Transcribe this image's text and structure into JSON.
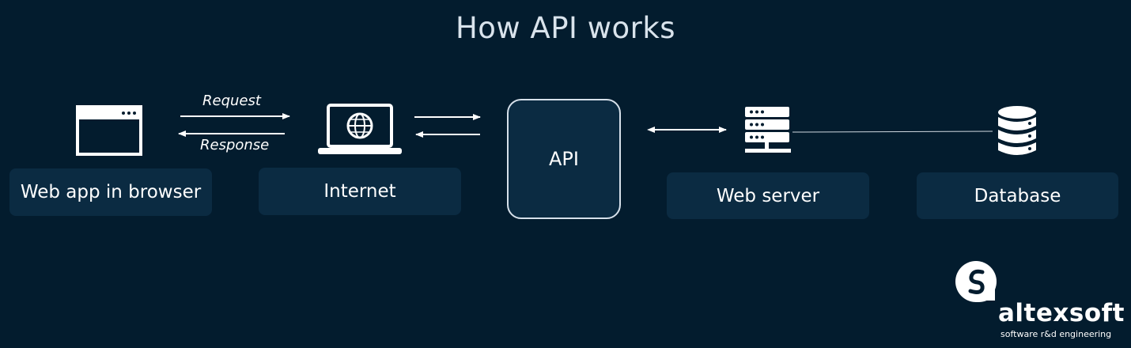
{
  "title": "How API works",
  "nodes": {
    "browser": "Web app in browser",
    "internet": "Internet",
    "api": "API",
    "web_server": "Web server",
    "database": "Database"
  },
  "edges": {
    "request": "Request",
    "response": "Response"
  },
  "logo": {
    "name": "altexsoft",
    "tagline": "software r&d engineering"
  },
  "colors": {
    "background": "#031c2e",
    "box": "#0b2b42",
    "stroke": "#ffffff"
  },
  "icons": [
    "browser-window-icon",
    "laptop-globe-icon",
    "server-rack-icon",
    "database-icon",
    "altexsoft-logo-icon"
  ]
}
